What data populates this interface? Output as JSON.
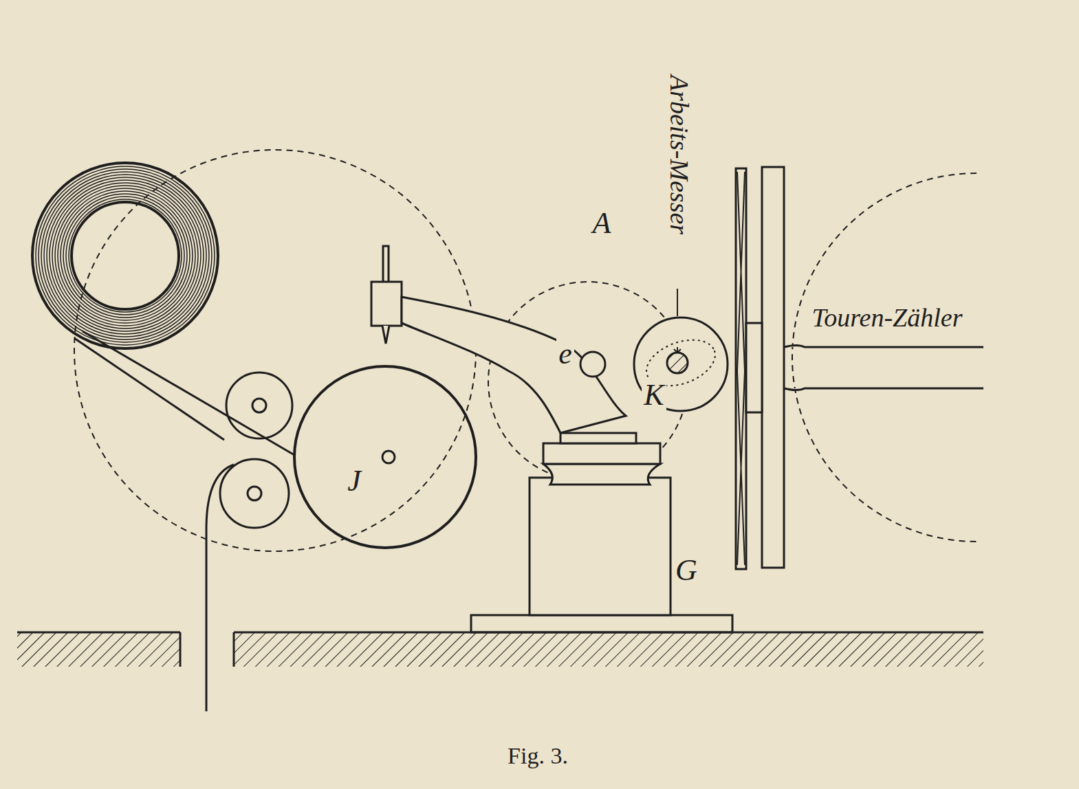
{
  "diagram": {
    "caption": "Fig. 3.",
    "labels": [
      "Arbeits-Messer",
      "A",
      "Touren-Zähler",
      "e",
      "K",
      "J",
      "G"
    ]
  }
}
